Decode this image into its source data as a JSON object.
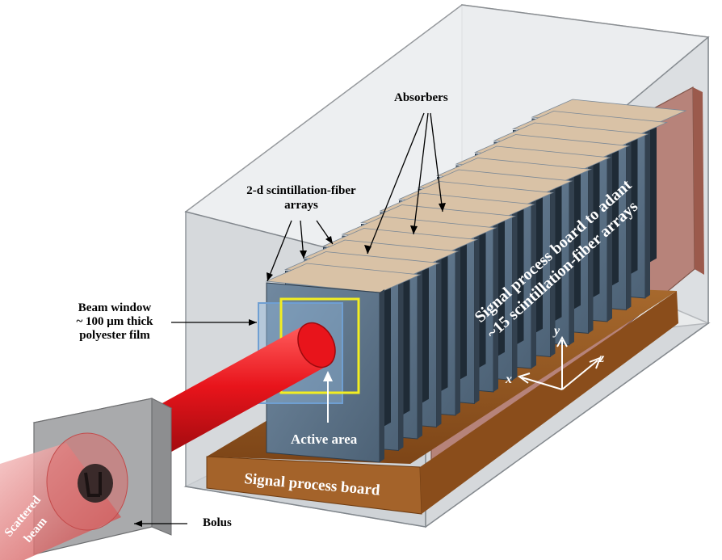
{
  "labels": {
    "absorbers": "Absorbers",
    "fiber_arrays_line1": "2-d scintillation-fiber",
    "fiber_arrays_line2": "arrays",
    "beam_window_line1": "Beam window",
    "beam_window_line2": "~ 100 μm thick",
    "beam_window_line3": "polyester film",
    "active_area": "Active area",
    "signal_board": "Signal process board",
    "side_board_line1": "Signal process board to adant",
    "side_board_line2": "~15 scintillation-fiber arrays",
    "bolus": "Bolus",
    "scattered_beam_line1": "Scattered",
    "scattered_beam_line2": "beam",
    "axis_x": "x",
    "axis_y": "y",
    "axis_z": "z"
  },
  "colors": {
    "beam": "#e8141b",
    "plate": "#5d7388",
    "fiber": "#d9c2a6",
    "board": "#9a5a22",
    "side_board": "#b47c72",
    "window_frame": "#f2ee22",
    "window_film": "#8fb4d8",
    "enclosure": "#d7d9dc",
    "bolus": "#a9aaac"
  },
  "plate_count": 15
}
